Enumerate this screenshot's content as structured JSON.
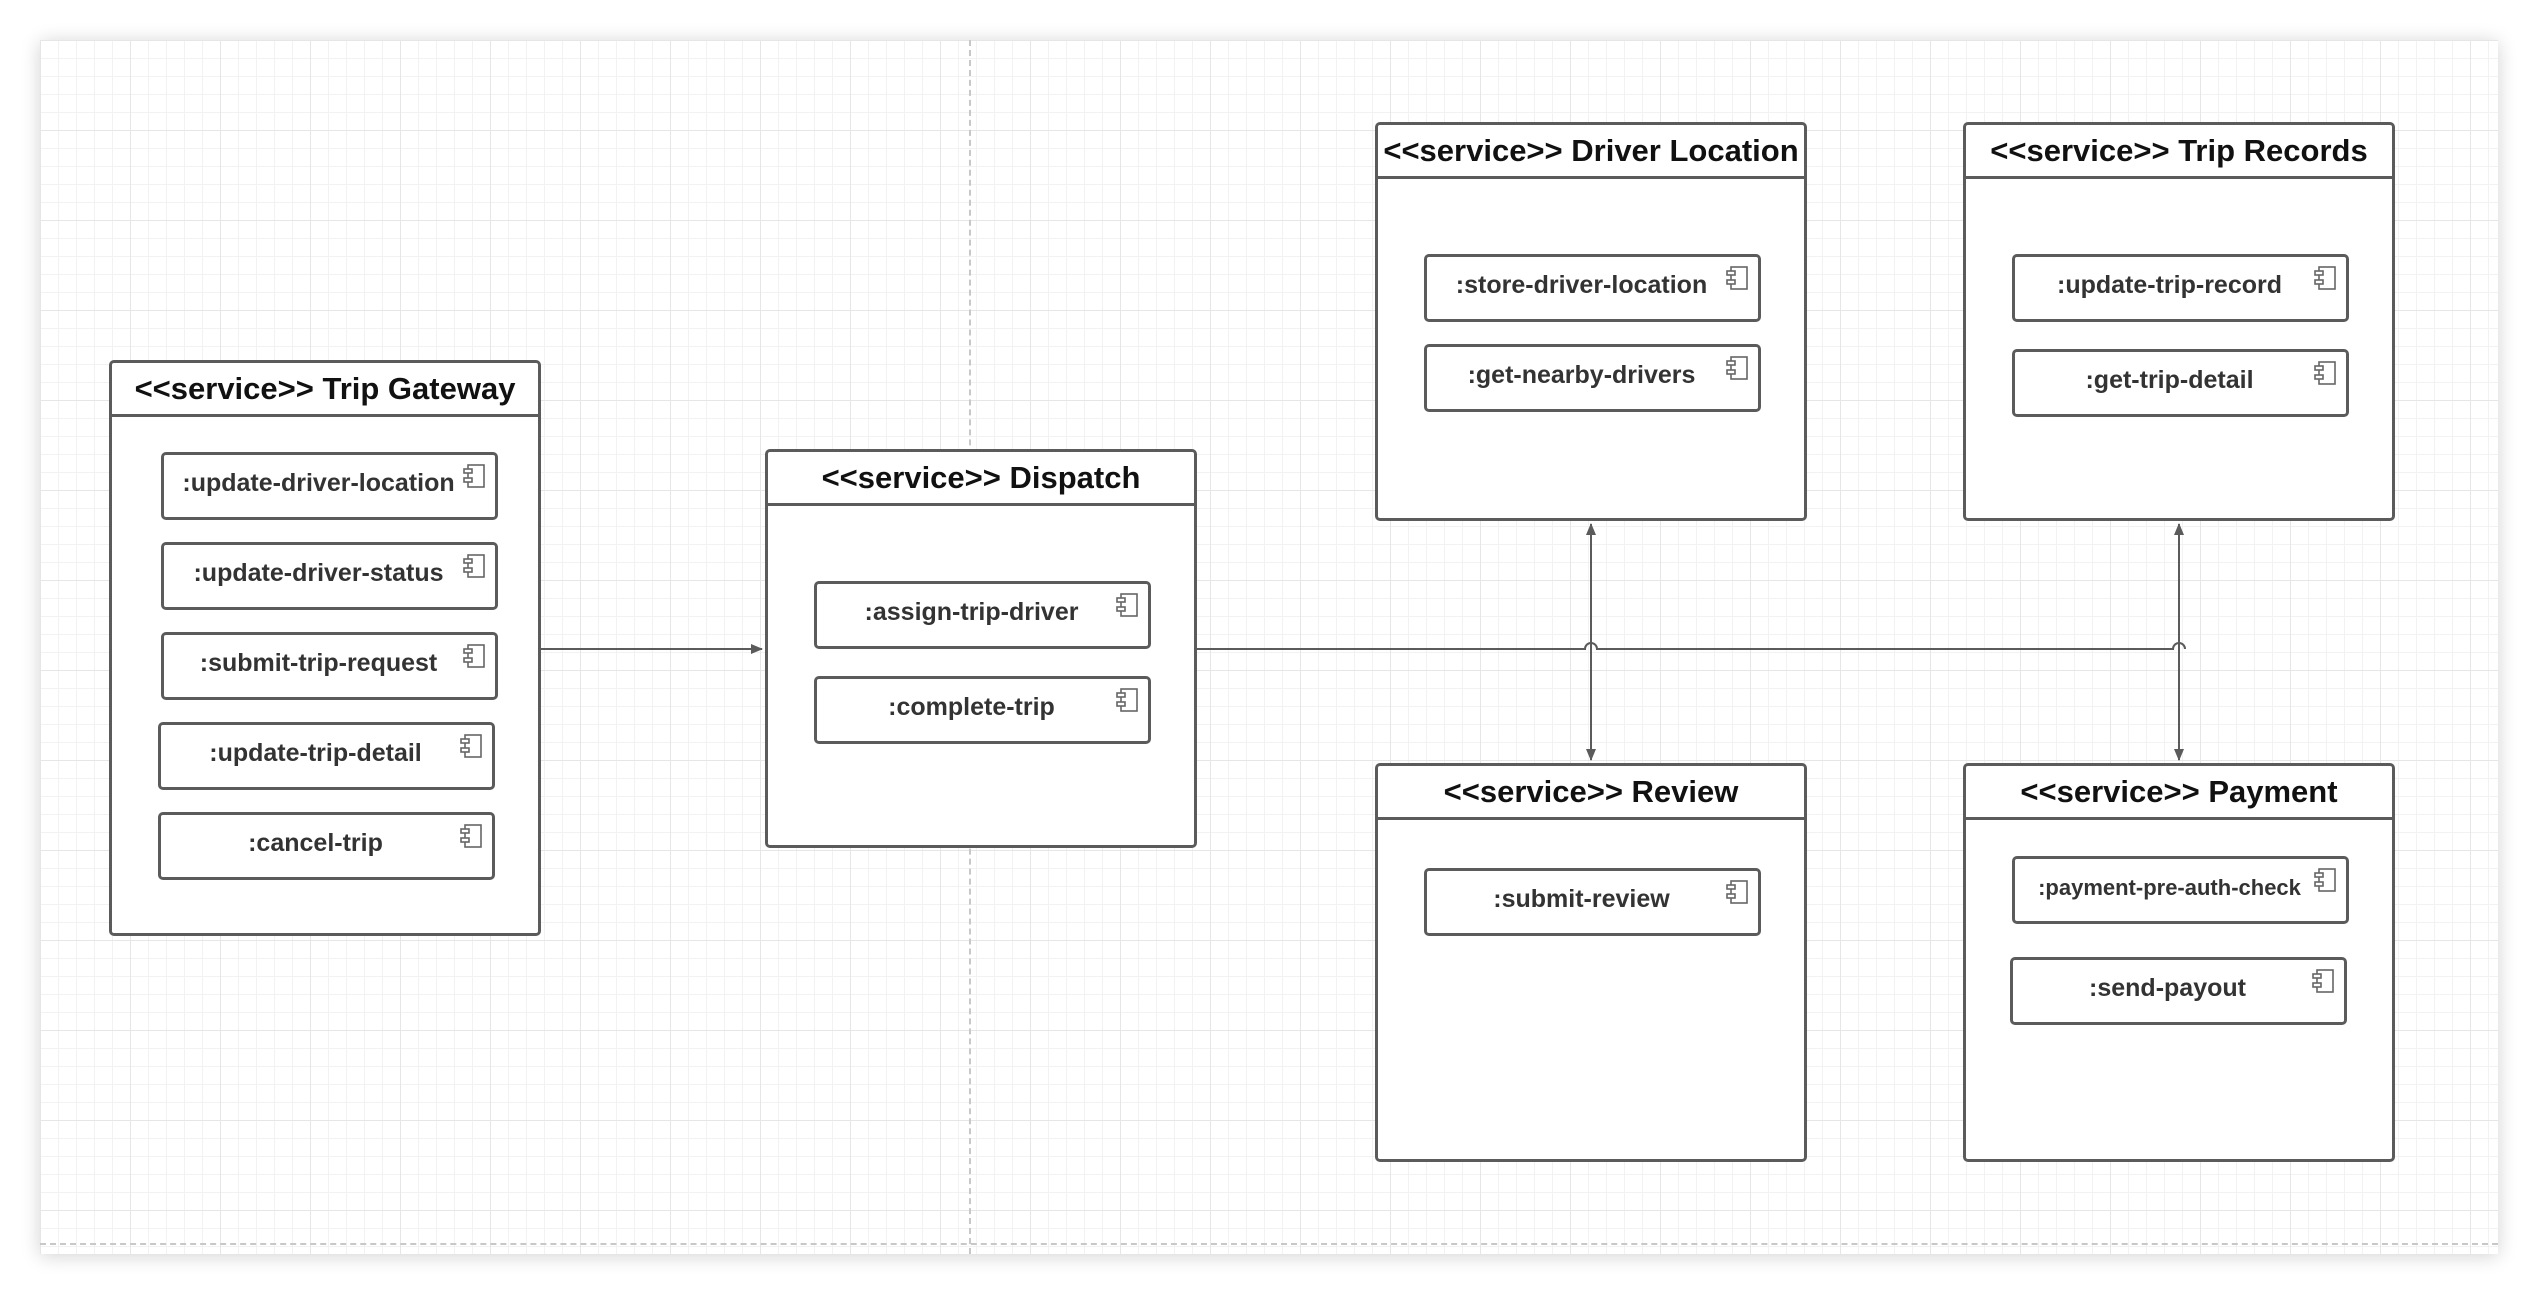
{
  "services": {
    "trip_gateway": {
      "title": "<<service>> Trip Gateway",
      "components": [
        ":update-driver-location",
        ":update-driver-status",
        ":submit-trip-request",
        ":update-trip-detail",
        ":cancel-trip"
      ]
    },
    "dispatch": {
      "title": "<<service>> Dispatch",
      "components": [
        ":assign-trip-driver",
        ":complete-trip"
      ]
    },
    "driver_location": {
      "title": "<<service>> Driver Location",
      "components": [
        ":store-driver-location",
        ":get-nearby-drivers"
      ]
    },
    "trip_records": {
      "title": "<<service>> Trip Records",
      "components": [
        ":update-trip-record",
        ":get-trip-detail"
      ]
    },
    "review": {
      "title": "<<service>> Review",
      "components": [
        ":submit-review"
      ]
    },
    "payment": {
      "title": "<<service>> Payment",
      "components": [
        ":payment-pre-auth-check",
        ":send-payout"
      ]
    }
  },
  "connections": [
    {
      "from": "Trip Gateway",
      "to": "Dispatch"
    },
    {
      "from": "Dispatch",
      "to": "Driver Location"
    },
    {
      "from": "Dispatch",
      "to": "Review"
    },
    {
      "from": "Dispatch",
      "to": "Trip Records"
    },
    {
      "from": "Dispatch",
      "to": "Payment"
    }
  ],
  "colors": {
    "stroke": "#5b5b5b",
    "grid": "#e6e6e6",
    "text": "#111111"
  },
  "icons": {
    "component": "uml-component-icon"
  }
}
